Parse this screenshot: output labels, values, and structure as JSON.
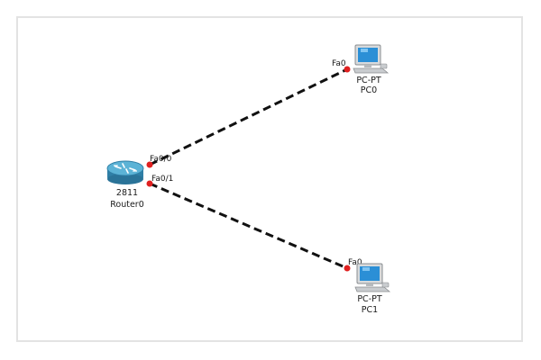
{
  "colors": {
    "link": "#111111",
    "port_dot": "#e02020",
    "canvas_border": "#e3e3e3",
    "monitor_body": "#d8dadc",
    "screen": "#2b8fd6",
    "router_body": "#4a9fc4"
  },
  "devices": [
    {
      "id": "router0",
      "icon": "router-icon",
      "model": "2811",
      "name": "Router0"
    },
    {
      "id": "pc0",
      "icon": "pc-icon",
      "model": "PC-PT",
      "name": "PC0"
    },
    {
      "id": "pc1",
      "icon": "pc-icon",
      "model": "PC-PT",
      "name": "PC1"
    }
  ],
  "links": [
    {
      "from": "router0",
      "from_port": "Fa0/0",
      "to": "pc0",
      "to_port": "Fa0",
      "style": "dashed"
    },
    {
      "from": "router0",
      "from_port": "Fa0/1",
      "to": "pc1",
      "to_port": "Fa0",
      "style": "dashed"
    }
  ]
}
